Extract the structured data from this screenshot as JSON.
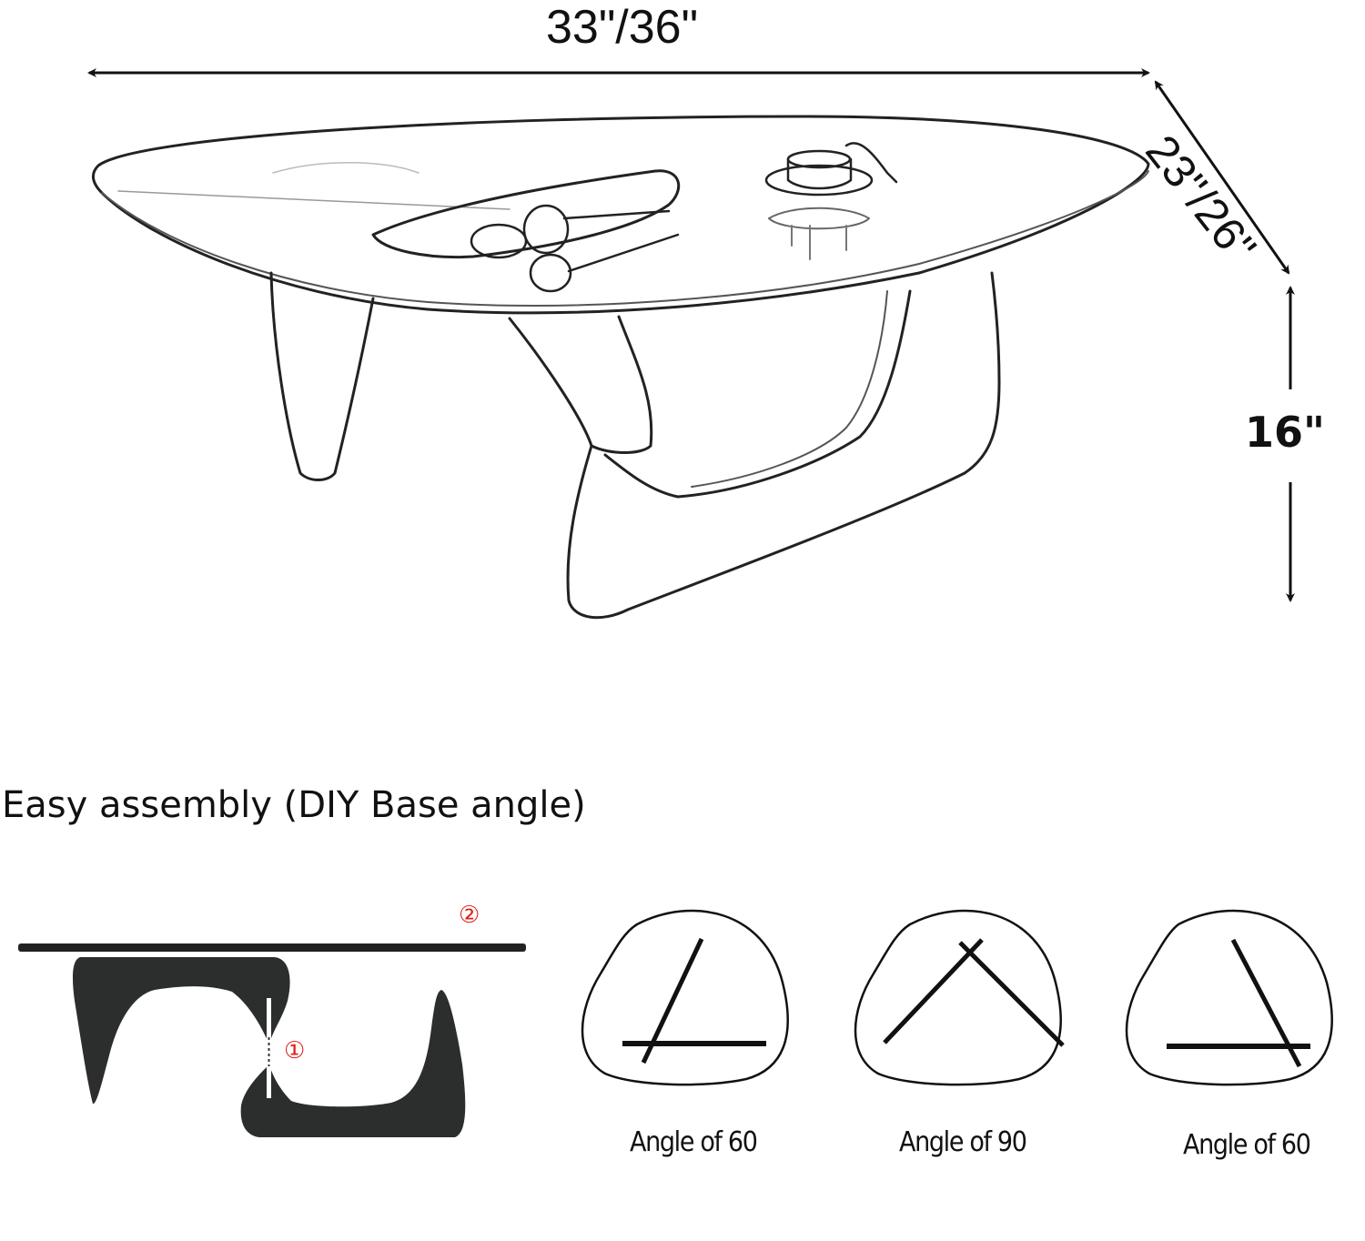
{
  "dimensions": {
    "width": "33\"/36\"",
    "depth": "23\"/26\"",
    "height": "16\""
  },
  "assembly": {
    "title": "Easy assembly (DIY Base angle)",
    "step_markers": [
      {
        "id": 1,
        "glyph": "①",
        "meaning": "base joint"
      },
      {
        "id": 2,
        "glyph": "②",
        "meaning": "glass top"
      }
    ],
    "marker_color": "#e0201e",
    "base_color": "#2b2e2d"
  },
  "angle_options": [
    {
      "label": "Angle of 60"
    },
    {
      "label": "Angle of 90"
    },
    {
      "label": "Angle of 60"
    }
  ]
}
